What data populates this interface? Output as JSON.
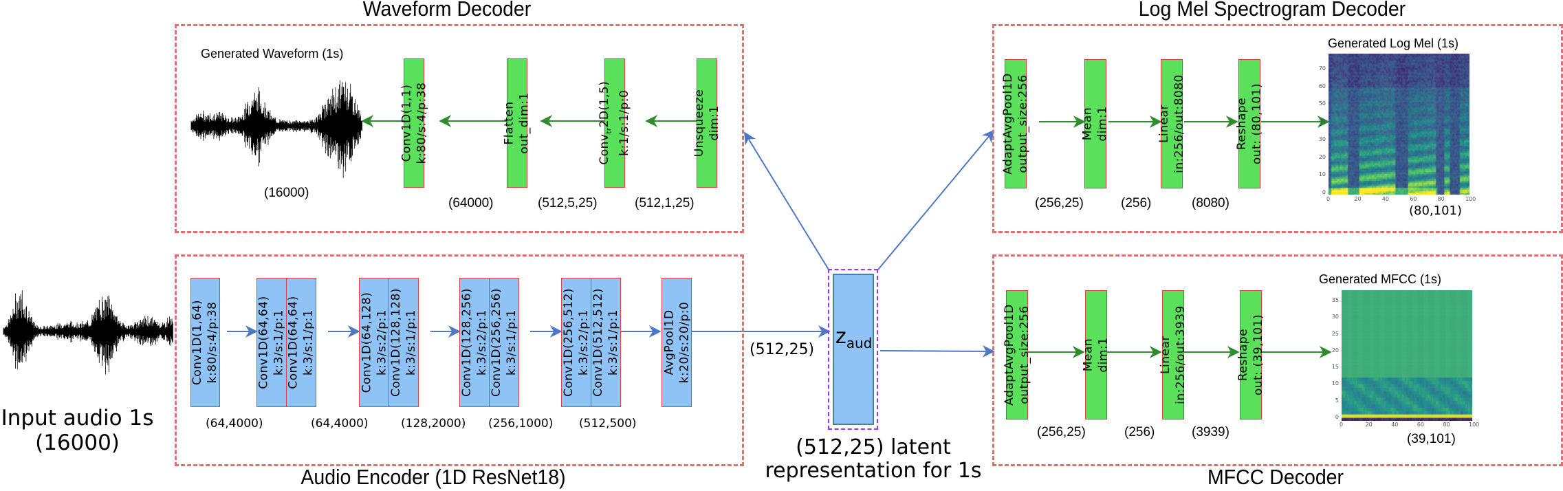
{
  "sections": {
    "waveform_decoder": {
      "title": "Waveform Decoder",
      "plot_title": "Generated Waveform (1s)",
      "output_dim": "(16000)",
      "blocks": [
        {
          "line1": "Conv1D(1,1)",
          "line2": "k:80/s:4/p:38"
        },
        {
          "line1": "Flatten",
          "line2": "out_dim:1"
        },
        {
          "line1": "Conv",
          "line1_sub": "tr",
          "line1_rest": "2D(1,5)",
          "line2": "k:1/s:1/p:0"
        },
        {
          "line1": "Unsqueeze",
          "line2": "dim:1"
        }
      ],
      "dims": [
        "(64000)",
        "(512,5,25)",
        "(512,1,25)"
      ]
    },
    "audio_encoder": {
      "title": "Audio Encoder (1D ResNet18)",
      "blocks": [
        {
          "line1": "Conv1D(1,64)",
          "line2": "k:80/s:4/p:38"
        },
        {
          "line1": "Conv1D(64,64)",
          "line2": "k:3/s:1/p:1"
        },
        {
          "line1": "Conv1D(64,64)",
          "line2": "k:3/s:1/p:1"
        },
        {
          "line1": "Conv1D(64,128)",
          "line2": "k:3/s:2/p:1"
        },
        {
          "line1": "Conv1D(128,128)",
          "line2": "k:3/s:1/p:1"
        },
        {
          "line1": "Conv1D(128,256)",
          "line2": "k:3/s:2/p:1"
        },
        {
          "line1": "Conv1D(256,256)",
          "line2": "k:3/s:1/p:1"
        },
        {
          "line1": "Conv1D(256,512)",
          "line2": "k:3/s:2/p:1"
        },
        {
          "line1": "Conv1D(512,512)",
          "line2": "k:3/s:1/p:1"
        },
        {
          "line1": "AvgPool1D",
          "line2": "k:20/s:20/p:0"
        }
      ],
      "dims": [
        "(64,4000)",
        "(64,4000)",
        "(128,2000)",
        "(256,1000)",
        "(512,500)"
      ],
      "output_dim": "(512,25)"
    },
    "input": {
      "label_line1": "Input audio 1s",
      "label_line2": "(16000)"
    },
    "latent": {
      "symbol": "z",
      "subscript": "aud",
      "caption_line1": "(512,25) latent",
      "caption_line2": "representation for 1s"
    },
    "log_mel_decoder": {
      "title": "Log Mel Spectrogram Decoder",
      "plot_title": "Generated Log Mel (1s)",
      "output_dim": "(80,101)",
      "blocks": [
        {
          "line1": "AdaptAvgPool1D",
          "line2": "output_size:256"
        },
        {
          "line1": "Mean",
          "line2": "dim:1"
        },
        {
          "line1": "Linear",
          "line2": "in:256/out:8080"
        },
        {
          "line1": "Reshape",
          "line2": "out: (80,101)"
        }
      ],
      "dims": [
        "(256,25)",
        "(256)",
        "(8080)"
      ],
      "y_ticks": [
        "0",
        "10",
        "20",
        "30",
        "40",
        "50",
        "60",
        "70"
      ],
      "x_ticks": [
        "0",
        "20",
        "40",
        "60",
        "80",
        "100"
      ]
    },
    "mfcc_decoder": {
      "title": "MFCC Decoder",
      "plot_title": "Generated MFCC (1s)",
      "output_dim": "(39,101)",
      "blocks": [
        {
          "line1": "AdaptAvgPool1D",
          "line2": "output_size:256"
        },
        {
          "line1": "Mean",
          "line2": "dim:1"
        },
        {
          "line1": "Linear",
          "line2": "in:256/out:3939"
        },
        {
          "line1": "Reshape",
          "line2": "out: (39,101)"
        }
      ],
      "dims": [
        "(256,25)",
        "(256)",
        "(3939)"
      ],
      "y_ticks": [
        "0",
        "5",
        "10",
        "15",
        "20",
        "25",
        "30",
        "35"
      ],
      "x_ticks": [
        "0",
        "20",
        "40",
        "60",
        "80",
        "100"
      ]
    }
  },
  "colors": {
    "section_border": "#e07070",
    "decoder_block": "#5be05b",
    "encoder_block": "#8fc3f5",
    "block_border": "#e04040",
    "decoder_arrow": "#2e8b2e",
    "encoder_arrow": "#4f78c4",
    "latent_border": "#9b30ff"
  }
}
